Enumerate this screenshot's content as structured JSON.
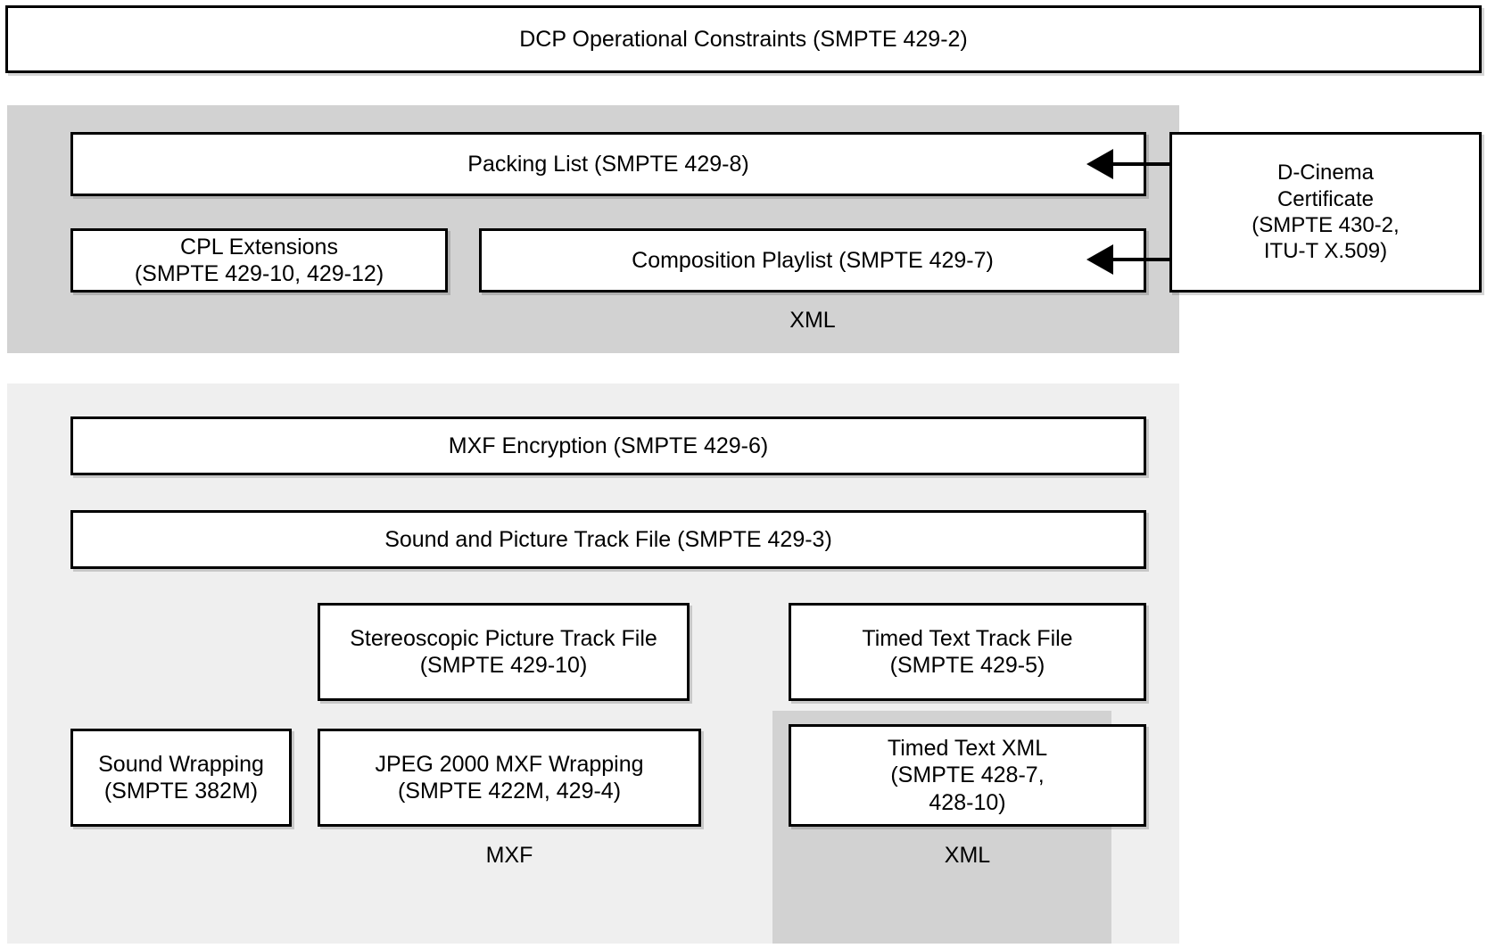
{
  "diagram": {
    "title_box": {
      "label": "DCP Operational Constraints (SMPTE 429-2)"
    },
    "xml_layer": {
      "caption": "XML",
      "nodes": {
        "packing_list": "Packing List (SMPTE 429-8)",
        "cpl_extensions_line1": "CPL Extensions",
        "cpl_extensions_line2": "(SMPTE 429-10, 429-12)",
        "composition_playlist": "Composition Playlist (SMPTE 429-7)"
      }
    },
    "certificate": {
      "line1": "D-Cinema",
      "line2": "Certificate",
      "line3": "(SMPTE 430-2,",
      "line4": "ITU-T X.509)"
    },
    "mxf_layer": {
      "caption": "MXF",
      "nodes": {
        "mxf_encryption": "MXF Encryption (SMPTE 429-6)",
        "sound_picture_track": "Sound and Picture Track File (SMPTE 429-3)",
        "stereoscopic_line1": "Stereoscopic Picture Track File",
        "stereoscopic_line2": "(SMPTE 429-10)",
        "timed_text_track_line1": "Timed Text Track File",
        "timed_text_track_line2": "(SMPTE 429-5)",
        "sound_wrapping_line1": "Sound Wrapping",
        "sound_wrapping_line2": "(SMPTE 382M)",
        "jpeg2000_line1": "JPEG 2000 MXF Wrapping",
        "jpeg2000_line2": "(SMPTE 422M, 429-4)"
      }
    },
    "xml_inner_layer": {
      "caption": "XML",
      "nodes": {
        "timed_text_xml_line1": "Timed Text XML",
        "timed_text_xml_line2": "(SMPTE 428-7,",
        "timed_text_xml_line3": "428-10)"
      }
    },
    "colors": {
      "panel_xml": "#d2d2d2",
      "panel_mxf": "#efefef",
      "node_fill": "#ffffff",
      "stroke": "#000000"
    }
  }
}
